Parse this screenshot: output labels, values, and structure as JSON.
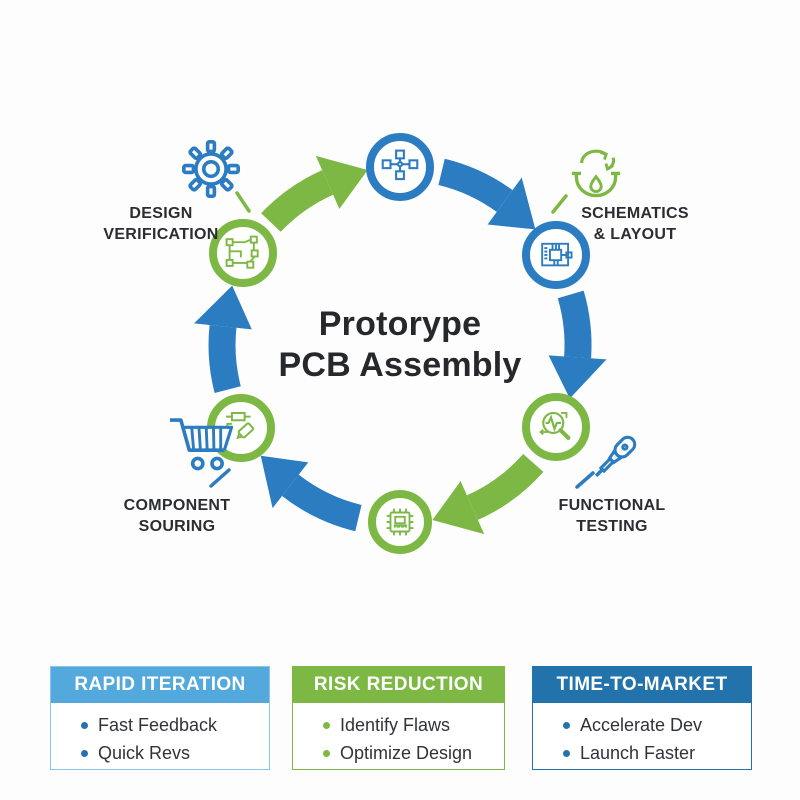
{
  "diagram": {
    "center_title": {
      "line1": "Protorype",
      "line2": "PCB Assembly"
    },
    "stages": {
      "design_verification": {
        "line1": "DESIGN",
        "line2": "VERIFICATION"
      },
      "schematics_layout": {
        "line1": "SCHEMATICS",
        "line2": "& LAYOUT"
      },
      "functional_testing": {
        "line1": "FUNCTIONAL",
        "line2": "TESTING"
      },
      "component_souring": {
        "line1": "COMPONENT",
        "line2": "SOURING"
      }
    },
    "nodes": [
      {
        "id": "block-diagram",
        "ring": "blue",
        "icon": "block-diagram-icon"
      },
      {
        "id": "schematics-layout",
        "ring": "blue",
        "icon": "pcb-schematic-icon"
      },
      {
        "id": "functional-testing",
        "ring": "green",
        "icon": "magnifier-waveform-icon"
      },
      {
        "id": "pcb-assembly",
        "ring": "green",
        "icon": "chip-icon"
      },
      {
        "id": "component-souring",
        "ring": "green",
        "icon": "components-glue-icon"
      },
      {
        "id": "design-verification",
        "ring": "green",
        "icon": "net-nodes-icon"
      }
    ],
    "accessory_icons": [
      "gear-icon",
      "recycle-droplet-icon",
      "screwdriver-icon",
      "shopping-cart-icon"
    ],
    "arrows": [
      {
        "from": "design-verification",
        "to": "block-diagram",
        "color": "green"
      },
      {
        "from": "block-diagram",
        "to": "schematics-layout",
        "color": "blue"
      },
      {
        "from": "schematics-layout",
        "to": "functional-testing",
        "color": "blue"
      },
      {
        "from": "functional-testing",
        "to": "pcb-assembly",
        "color": "green"
      },
      {
        "from": "pcb-assembly",
        "to": "component-souring",
        "color": "blue"
      },
      {
        "from": "component-souring",
        "to": "design-verification",
        "color": "blue"
      }
    ]
  },
  "benefit_boxes": [
    {
      "header": "RAPID ITERATION",
      "items": [
        "Fast Feedback",
        "Quick Revs"
      ],
      "header_color": "#54a9dc",
      "border_color": "#8cc4e8",
      "bullet_color": "#2472b5"
    },
    {
      "header": "RISK REDUCTION",
      "items": [
        "Identify Flaws",
        "Optimize Design"
      ],
      "header_color": "#7db844",
      "border_color": "#7db844",
      "bullet_color": "#7db844"
    },
    {
      "header": "TIME-TO-MARKET",
      "items": [
        "Accelerate Dev",
        "Launch Faster"
      ],
      "header_color": "#2273ab",
      "border_color": "#2273ab",
      "bullet_color": "#2273ab"
    }
  ],
  "palette": {
    "blue": "#2b7cc1",
    "green": "#7db845",
    "header_light_blue": "#54a9dc",
    "header_green": "#7db844",
    "header_dark_blue": "#2273ab",
    "text_dark": "#2b2d31",
    "title_color": "#26282c",
    "background": "#fdfdfd"
  }
}
